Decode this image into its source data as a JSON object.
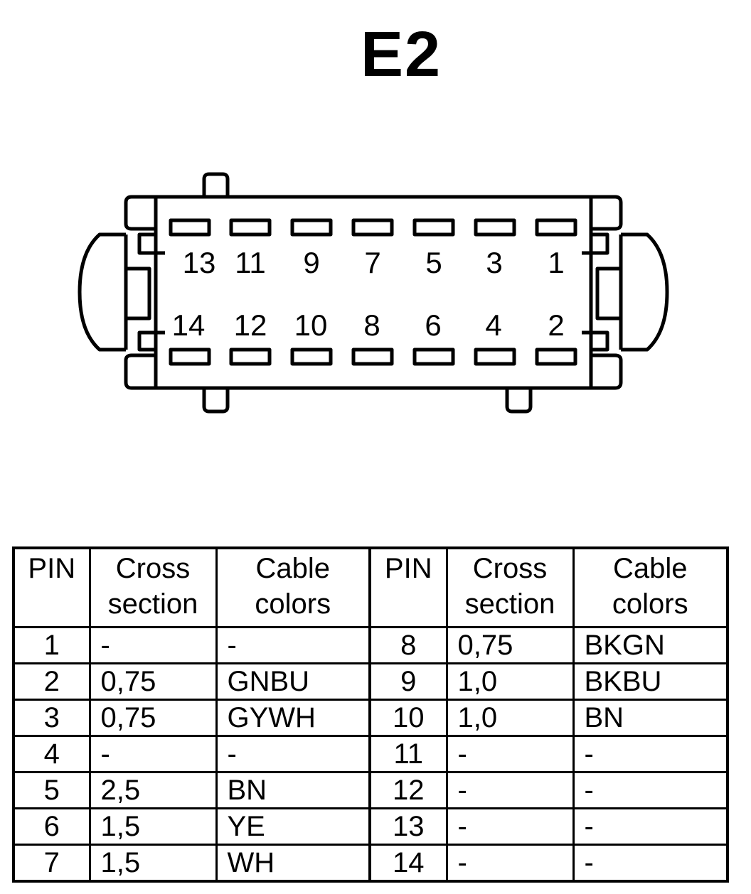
{
  "title": "E2",
  "connector": {
    "top_row": [
      "13",
      "11",
      "9",
      "7",
      "5",
      "3",
      "1"
    ],
    "bottom_row": [
      "14",
      "12",
      "10",
      "8",
      "6",
      "4",
      "2"
    ]
  },
  "table": {
    "headers": [
      {
        "line1": "PIN",
        "line2": ""
      },
      {
        "line1": "Cross",
        "line2": "section"
      },
      {
        "line1": "Cable",
        "line2": "colors"
      },
      {
        "line1": "PIN",
        "line2": ""
      },
      {
        "line1": "Cross",
        "line2": "section"
      },
      {
        "line1": "Cable",
        "line2": "colors"
      }
    ],
    "rows": [
      [
        "1",
        "-",
        "-",
        "8",
        "0,75",
        "BKGN"
      ],
      [
        "2",
        "0,75",
        "GNBU",
        "9",
        "1,0",
        "BKBU"
      ],
      [
        "3",
        "0,75",
        "GYWH",
        "10",
        "1,0",
        "BN"
      ],
      [
        "4",
        "-",
        "-",
        "11",
        "-",
        "-"
      ],
      [
        "5",
        "2,5",
        "BN",
        "12",
        "-",
        "-"
      ],
      [
        "6",
        "1,5",
        "YE",
        "13",
        "-",
        "-"
      ],
      [
        "7",
        "1,5",
        "WH",
        "14",
        "-",
        "-"
      ]
    ]
  }
}
